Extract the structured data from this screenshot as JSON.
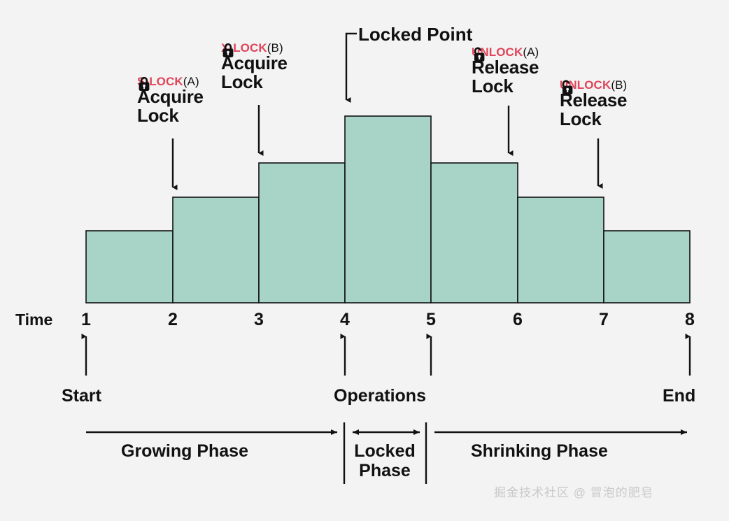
{
  "figure": {
    "title_label": "Locked Point",
    "axis_label": "Time",
    "background_color": "#f3f3f3",
    "bar_fill_color": "#a8d4c7",
    "bar_stroke_color": "#111111",
    "accent_red": "#e0455a",
    "watermark": "掘金技术社区 @ 冒泡的肥皂"
  },
  "chart_data": {
    "type": "bar",
    "title": "Locked Point",
    "xlabel": "Time",
    "ylabel": "",
    "categories": [
      "1",
      "2",
      "3",
      "4",
      "5",
      "6",
      "7",
      "8"
    ],
    "tick_labels": [
      "1",
      "2",
      "3",
      "4",
      "5",
      "6",
      "7",
      "8"
    ],
    "values": [
      1,
      2,
      3,
      4,
      3,
      3,
      2,
      1
    ],
    "bar_spans": [
      {
        "from": "1",
        "to": "2",
        "level": 1
      },
      {
        "from": "2",
        "to": "3",
        "level": 2
      },
      {
        "from": "3",
        "to": "4",
        "level": 3
      },
      {
        "from": "4",
        "to": "5",
        "level": 4
      },
      {
        "from": "5",
        "to": "6",
        "level": 3
      },
      {
        "from": "6",
        "to": "7",
        "level": 2
      },
      {
        "from": "7",
        "to": "8",
        "level": 1
      }
    ],
    "ylim": [
      0,
      4
    ],
    "grid": false,
    "legend": "none"
  },
  "annotations": [
    {
      "id": "s-lock-a",
      "op": "S-LOCK",
      "resource": "(A)",
      "line1": "Acquire",
      "line2": "Lock",
      "icon": "closed-lock-icon",
      "points_to_tick": "2"
    },
    {
      "id": "x-lock-b",
      "op": "X-LOCK",
      "resource": "(B)",
      "line1": "Acquire",
      "line2": "Lock",
      "icon": "closed-lock-icon",
      "points_to_tick": "3"
    },
    {
      "id": "unlock-a",
      "op": "UNLOCK",
      "resource": "(A)",
      "line1": "Release",
      "line2": "Lock",
      "icon": "open-lock-icon",
      "points_to_tick": "6"
    },
    {
      "id": "unlock-b",
      "op": "UNLOCK",
      "resource": "(B)",
      "line1": "Release",
      "line2": "Lock",
      "icon": "open-lock-icon",
      "points_to_tick": "7"
    }
  ],
  "events": [
    {
      "id": "start",
      "label": "Start",
      "tick": "1"
    },
    {
      "id": "operations",
      "label": "Operations",
      "tick_range": [
        "4",
        "5"
      ]
    },
    {
      "id": "end",
      "label": "End",
      "tick": "8"
    }
  ],
  "phases": [
    {
      "id": "growing",
      "label": "Growing Phase",
      "from_tick": "1",
      "to_tick": "4"
    },
    {
      "id": "locked",
      "label": "Locked\nPhase",
      "label_line1": "Locked",
      "label_line2": "Phase",
      "from_tick": "4",
      "to_tick": "5"
    },
    {
      "id": "shrinking",
      "label": "Shrinking Phase",
      "from_tick": "5",
      "to_tick": "8"
    }
  ]
}
